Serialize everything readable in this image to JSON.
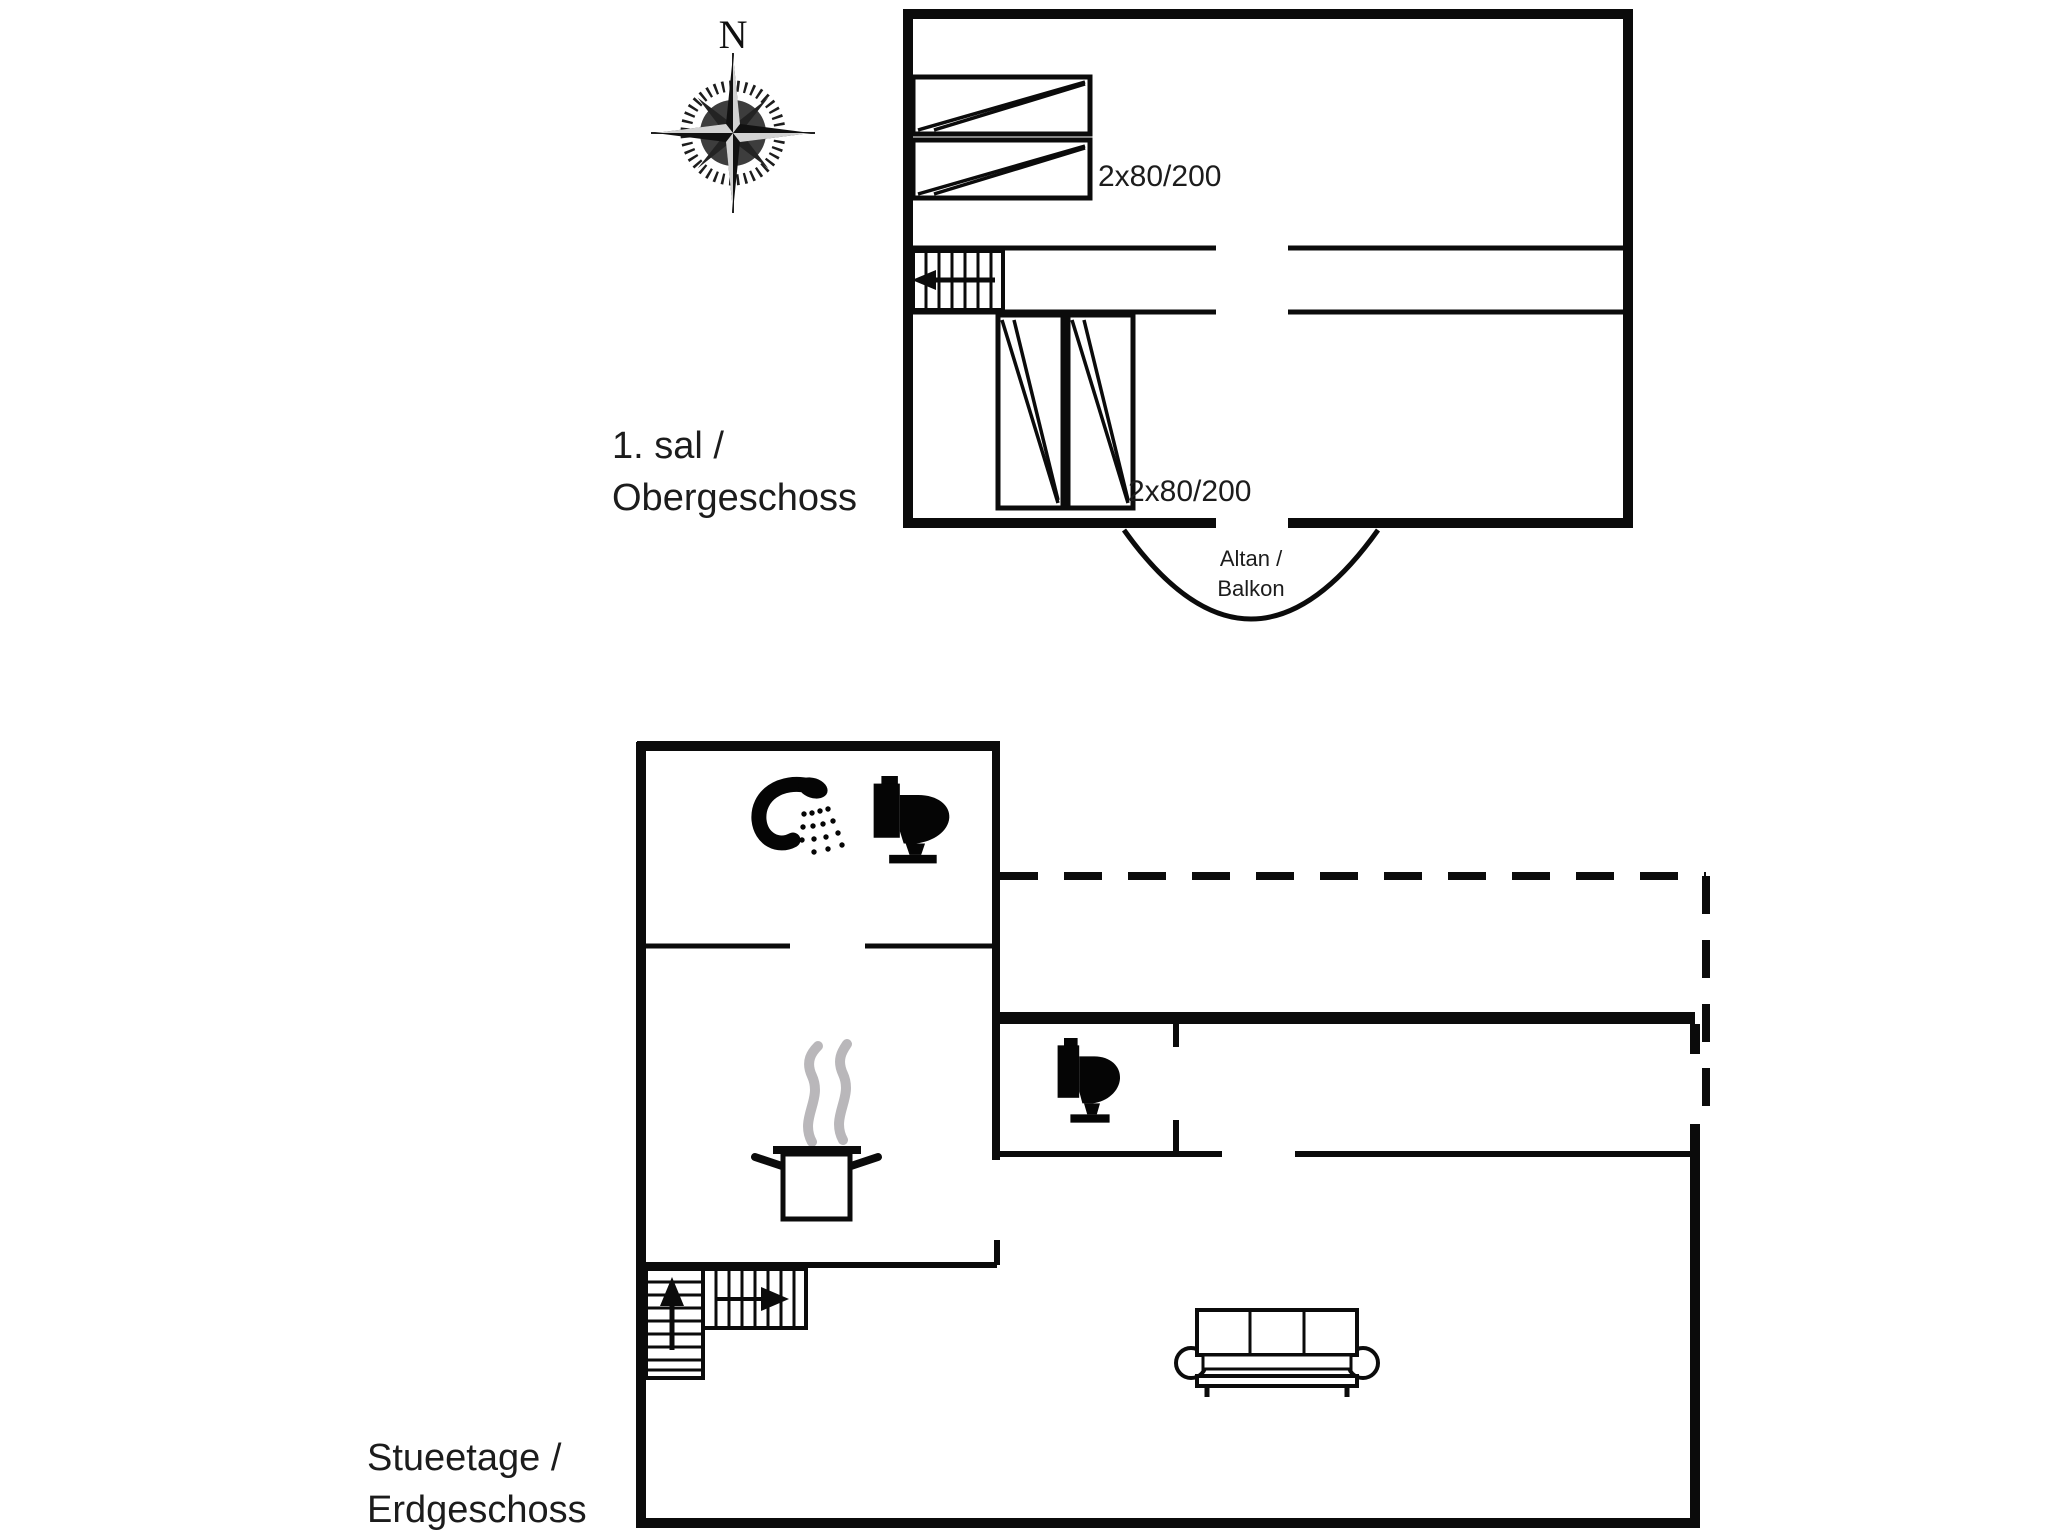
{
  "palette": {
    "background": "#ffffff",
    "ink": "#0b0b0b",
    "steam": "#b9b7ba",
    "text": "#1c1c1c"
  },
  "compass": {
    "label": "N",
    "icon": "compass-rose-icon"
  },
  "upper_floor": {
    "caption_line1": "1. sal /",
    "caption_line2": "Obergeschoss",
    "bed_label_top": "2x80/200",
    "bed_label_bottom": "2x80/200",
    "balcony_label_line1": "Altan /",
    "balcony_label_line2": "Balkon",
    "icons": [
      "bunk-bed-icon",
      "stairs-icon",
      "balcony-arc-icon"
    ]
  },
  "ground_floor": {
    "caption_line1": "Stueetage /",
    "caption_line2": "Erdgeschoss",
    "icons": [
      "shower-icon",
      "toilet-icon",
      "toilet-icon",
      "cooking-pot-icon",
      "steam-icon",
      "sofa-icon",
      "stairs-icon",
      "terrace-dashed-boundary"
    ]
  }
}
